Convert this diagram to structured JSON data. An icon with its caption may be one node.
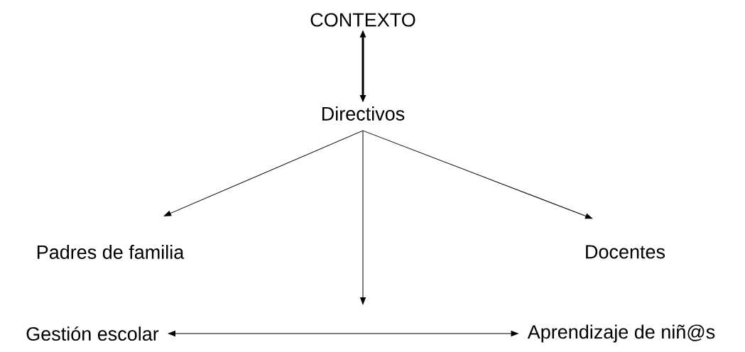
{
  "diagram": {
    "nodes": [
      {
        "text": [
          "CONTEXTO"
        ]
      },
      {
        "text": [
          "Directivos"
        ]
      },
      {
        "text": [
          "Padres de familia"
        ]
      },
      {
        "text": [
          "Docentes"
        ]
      },
      {
        "text": [
          "Gestión escolar"
        ]
      },
      {
        "text": [
          "Aprendizaje de niñ@s"
        ]
      }
    ],
    "edges": [
      {
        "from": 0,
        "to": 1,
        "arrow": "both",
        "style": "thick"
      },
      {
        "from": 1,
        "to": 2,
        "arrow": "to"
      },
      {
        "from": 1,
        "to": 3,
        "arrow": "to"
      },
      {
        "from": 1,
        "to": null,
        "arrow": "to"
      },
      {
        "from": 4,
        "to": 5,
        "arrow": "both"
      }
    ]
  }
}
